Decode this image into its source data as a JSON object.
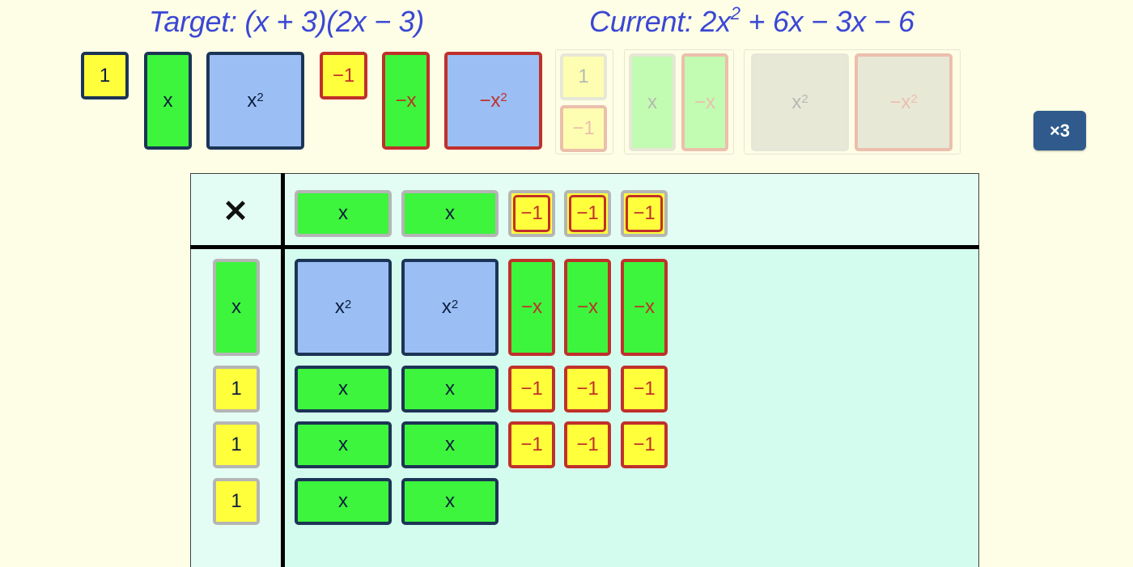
{
  "header": {
    "target_prefix": "Target: (x + 3)(2x − 3)",
    "current_prefix": "Current: 2x",
    "current_exp": "2",
    "current_rest": " + 6x − 3x − 6"
  },
  "bank": {
    "one": "1",
    "x": "x",
    "x2_base": "x",
    "x2_exp": "2",
    "neg_one": "−1",
    "neg_x": "−x",
    "neg_x2_base": "−x",
    "neg_x2_exp": "2"
  },
  "ghost_bank": {
    "one": "1",
    "neg_one": "−1",
    "x": "x",
    "neg_x": "−x",
    "x2_base": "x",
    "x2_exp": "2",
    "neg_x2_base": "−x",
    "neg_x2_exp": "2"
  },
  "multiply_button": "×3",
  "board": {
    "times_symbol": "✕",
    "top_factor": [
      "x",
      "x",
      "−1",
      "−1",
      "−1"
    ],
    "left_factor": [
      "x",
      "1",
      "1",
      "1"
    ],
    "products": [
      [
        "x2",
        "x2",
        "−x",
        "−x",
        "−x"
      ],
      [
        "x",
        "x",
        "−1",
        "−1",
        "−1"
      ],
      [
        "x",
        "x",
        "−1",
        "−1",
        "−1"
      ],
      [
        "x",
        "x"
      ]
    ],
    "x2_base": "x",
    "x2_exp": "2"
  }
}
